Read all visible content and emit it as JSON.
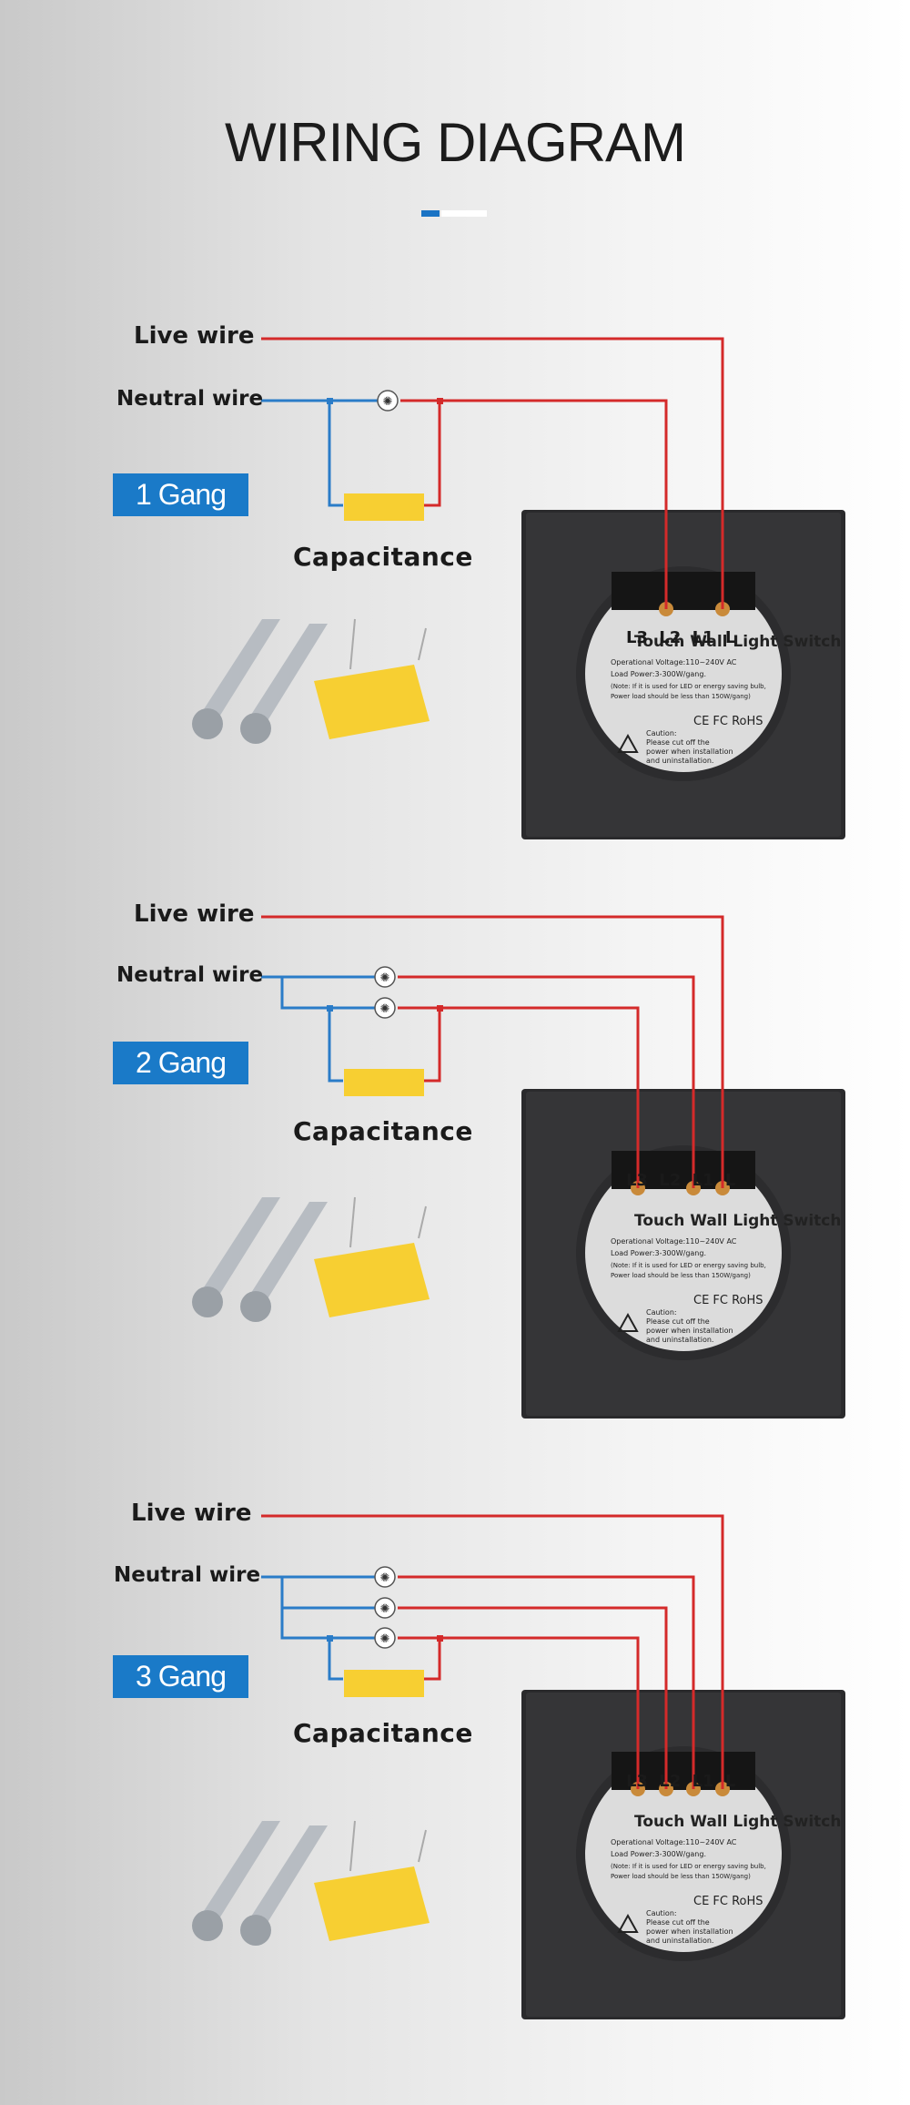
{
  "title": "WIRING DIAGRAM",
  "colors": {
    "live": "#d42a2a",
    "neutral": "#2a7cc8",
    "badge": "#1a7ac8",
    "capacitor": "#f7cf32"
  },
  "sections": [
    {
      "badge": "1 Gang",
      "live_label": "Live wire",
      "neutral_label": "Neutral wire",
      "capacitor_label": "Capacitance",
      "lamps": 1,
      "terminals": [
        "L3",
        "L2",
        "L1",
        "L"
      ]
    },
    {
      "badge": "2 Gang",
      "live_label": "Live wire",
      "neutral_label": "Neutral wire",
      "capacitor_label": "Capacitance",
      "lamps": 2,
      "terminals": [
        "L3",
        "L2",
        "L1",
        "L"
      ]
    },
    {
      "badge": "3 Gang",
      "live_label": "Live wire",
      "neutral_label": "Neutral wire",
      "capacitor_label": "Capacitance",
      "lamps": 3,
      "terminals": [
        "L3",
        "L2",
        "L1",
        "L"
      ]
    }
  ],
  "switch_label": {
    "name": "Touch Wall Light Switch",
    "voltage": "Operational Voltage:110~240V AC",
    "load": "Load Power:3-300W/gang.",
    "note": "(Note: If it is used for LED or energy saving bulb,",
    "note2": "Power load should be less than 150W/gang)",
    "marks": "CE FC RoHS",
    "caution": "Caution:",
    "caution2": "Please cut off the",
    "caution3": "power when installation",
    "caution4": "and uninstallation."
  },
  "icons": {
    "lamp": "lightbulb-icon",
    "warning": "warning-triangle-icon",
    "screw": "screw-icon",
    "capacitor": "capacitor-icon"
  }
}
